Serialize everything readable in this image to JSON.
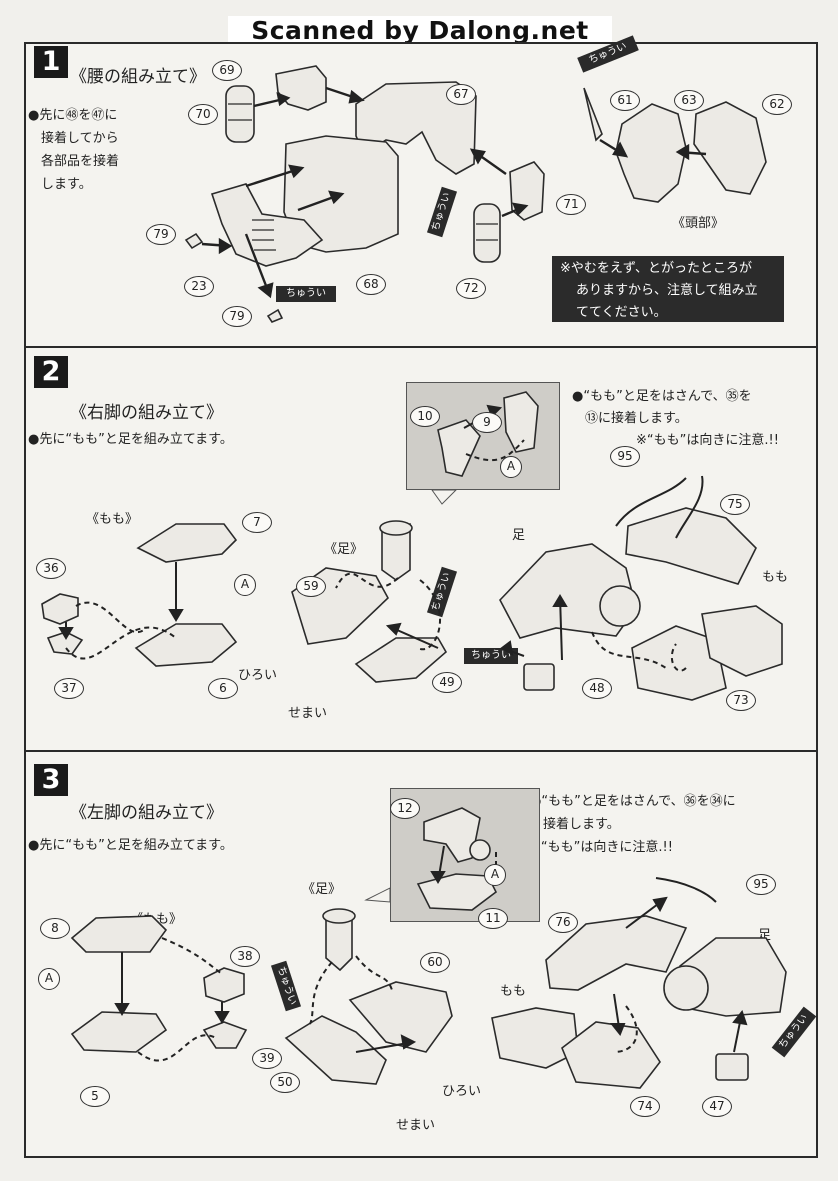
{
  "scan_banner": "Scanned by Dalong.net",
  "steps": [
    {
      "number": "1",
      "title": "《腰の組み立て》",
      "instructions": [
        "●先に㊽を㊼に",
        "接着してから",
        "各部品を接着",
        "します。"
      ],
      "head_label": "《頭部》",
      "warning": [
        "※やむをえず、とがったところが",
        "ありますから、注意して組み立",
        "ててください。"
      ],
      "caution": [
        "ちゅうい",
        "ちゅうい",
        "ちゅうい"
      ],
      "parts": [
        "69",
        "67",
        "70",
        "71",
        "72",
        "79",
        "23",
        "68",
        "79",
        "61",
        "63",
        "62"
      ]
    },
    {
      "number": "2",
      "title": "《右脚の組み立て》",
      "instruction": "●先に“もも”と足を組み立てます。",
      "right_instructions": [
        "●“もも”と足をはさんで、㉟を",
        "⑬に接着します。",
        "※“もも”は向きに注意.!!"
      ],
      "thigh_label": "《もも》",
      "foot_label": "《足》",
      "wide_label": "ひろい",
      "narrow_label": "せまい",
      "thigh_side_label": "もも",
      "foot_side_label": "足",
      "caution": [
        "ちゅうい",
        "ちゅうい"
      ],
      "parts": [
        "10",
        "9",
        "A",
        "95",
        "75",
        "7",
        "36",
        "A",
        "37",
        "6",
        "59",
        "49",
        "48",
        "73"
      ]
    },
    {
      "number": "3",
      "title": "《左脚の組み立て》",
      "instruction": "●先に“もも”と足を組み立てます。",
      "right_instructions": [
        "●“もも”と足をはさんで、㊱を㉞に",
        "接着します。",
        "※“もも”は向きに注意.!!"
      ],
      "thigh_label": "《もも》",
      "foot_label": "《足》",
      "wide_label": "ひろい",
      "narrow_label": "せまい",
      "thigh_side_label": "もも",
      "foot_side_label": "足",
      "caution": [
        "ちゅうい",
        "ちゅうい"
      ],
      "parts": [
        "12",
        "A",
        "11",
        "95",
        "76",
        "8",
        "38",
        "A",
        "39",
        "5",
        "60",
        "50",
        "74",
        "47"
      ]
    }
  ]
}
